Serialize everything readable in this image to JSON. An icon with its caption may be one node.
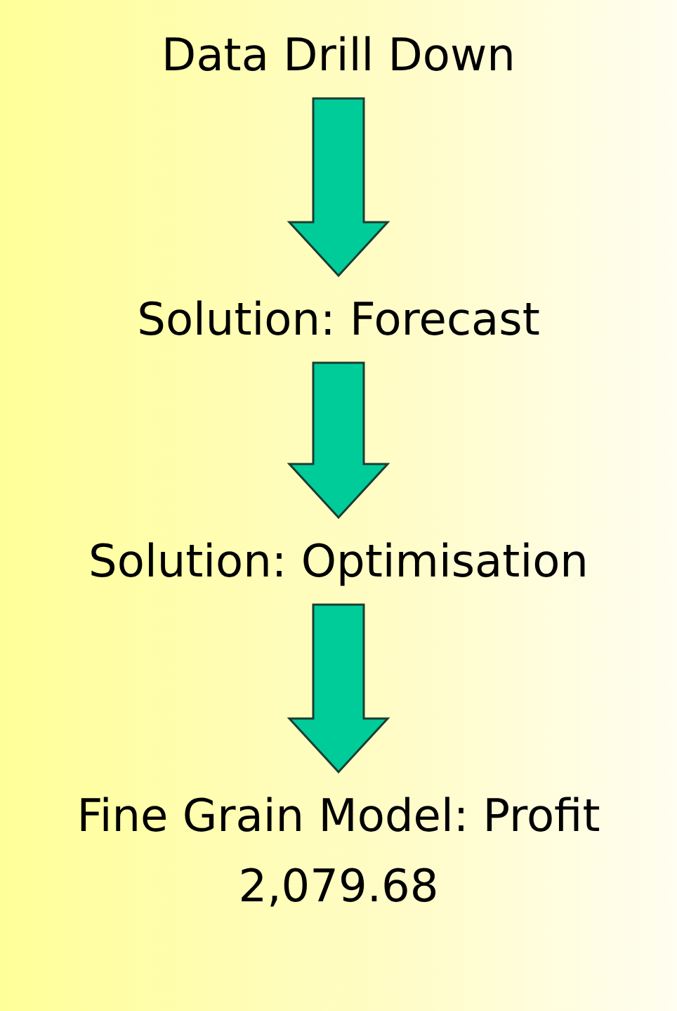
{
  "diagram": {
    "nodes": [
      {
        "text": [
          "Data Drill Down"
        ]
      },
      {
        "text": [
          "Solution: Forecast"
        ]
      },
      {
        "text": [
          "Solution: Optimisation"
        ]
      },
      {
        "text": [
          "Fine Grain Model: Profit 2,079.68"
        ]
      }
    ],
    "edges": [
      {
        "from": 0,
        "to": 1,
        "arrow": "to"
      },
      {
        "from": 1,
        "to": 2,
        "arrow": "to"
      },
      {
        "from": 2,
        "to": 3,
        "arrow": "to"
      }
    ]
  }
}
